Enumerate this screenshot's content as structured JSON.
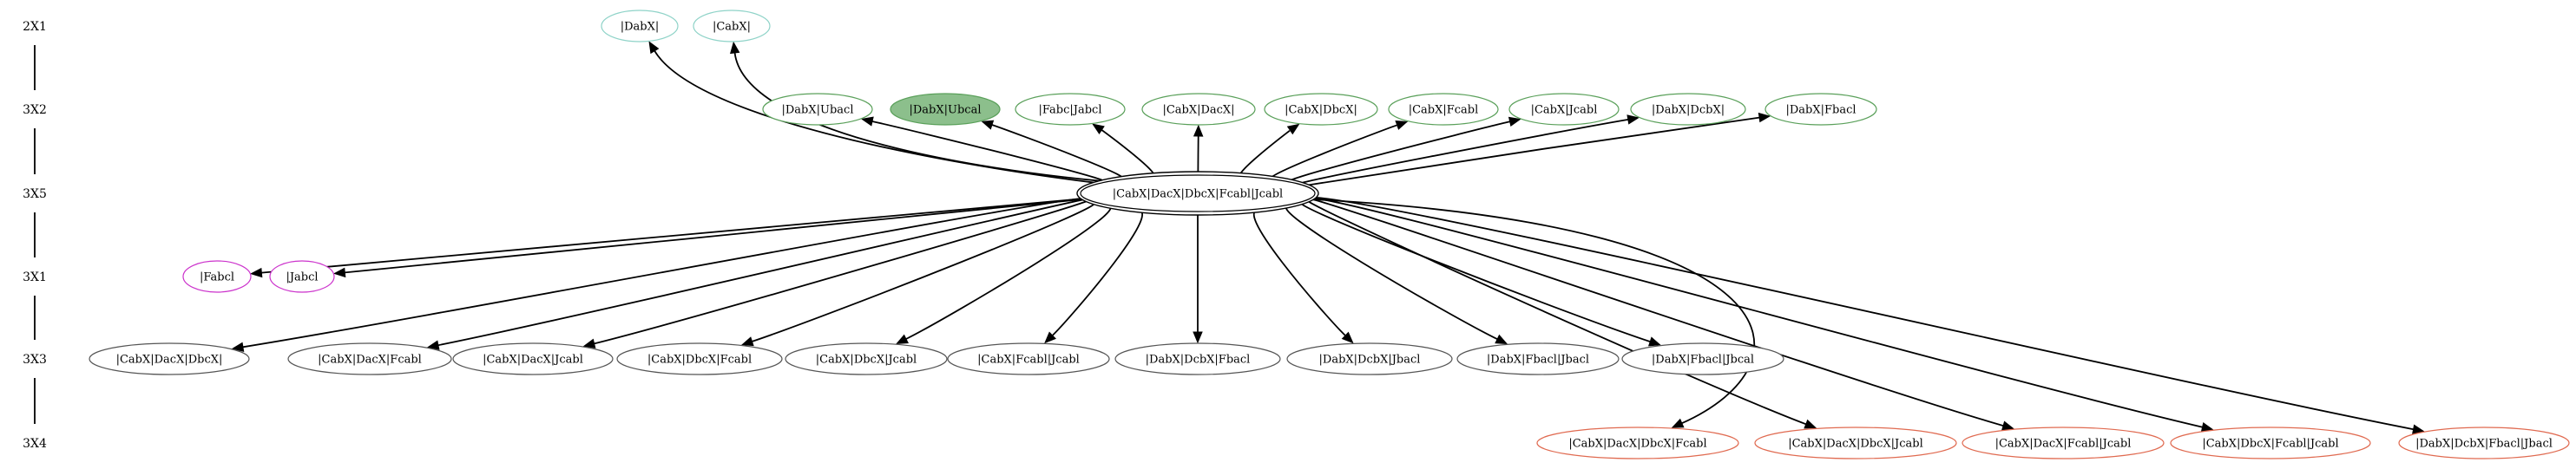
{
  "ranks": [
    {
      "id": "r1",
      "label": "2X1"
    },
    {
      "id": "r2",
      "label": "3X2"
    },
    {
      "id": "r3",
      "label": "3X5"
    },
    {
      "id": "r4",
      "label": "3X1"
    },
    {
      "id": "r5",
      "label": "3X3"
    },
    {
      "id": "r6",
      "label": "3X4"
    }
  ],
  "colors": {
    "teal": "#8fd3c8",
    "green": "#5aa05a",
    "green_fill": "#8cbf8c",
    "magenta": "#cc33cc",
    "gray": "#555555",
    "red": "#e06a50",
    "black": "#000000"
  },
  "nodes": [
    {
      "id": "n1",
      "label": "|DabX|",
      "rank": "r1",
      "color": "teal"
    },
    {
      "id": "n2",
      "label": "|CabX|",
      "rank": "r1",
      "color": "teal"
    },
    {
      "id": "n3",
      "label": "|DabX|Ubacl",
      "rank": "r2",
      "color": "green"
    },
    {
      "id": "n4",
      "label": "|DabX|Ubcal",
      "rank": "r2",
      "color": "green",
      "filled": true
    },
    {
      "id": "n5",
      "label": "|Fabc|Jabcl",
      "rank": "r2",
      "color": "green"
    },
    {
      "id": "n6",
      "label": "|CabX|DacX|",
      "rank": "r2",
      "color": "green"
    },
    {
      "id": "n7",
      "label": "|CabX|DbcX|",
      "rank": "r2",
      "color": "green"
    },
    {
      "id": "n8",
      "label": "|CabX|Fcabl",
      "rank": "r2",
      "color": "green"
    },
    {
      "id": "n9",
      "label": "|CabX|Jcabl",
      "rank": "r2",
      "color": "green"
    },
    {
      "id": "n10",
      "label": "|DabX|DcbX|",
      "rank": "r2",
      "color": "green"
    },
    {
      "id": "n11",
      "label": "|DabX|Fbacl",
      "rank": "r2",
      "color": "green"
    },
    {
      "id": "n12",
      "label": "|CabX|DacX|DbcX|Fcabl|Jcabl",
      "rank": "r3",
      "color": "black",
      "double": true
    },
    {
      "id": "n13",
      "label": "|Fabcl",
      "rank": "r4",
      "color": "magenta"
    },
    {
      "id": "n14",
      "label": "|Jabcl",
      "rank": "r4",
      "color": "magenta"
    },
    {
      "id": "n15",
      "label": "|CabX|DacX|DbcX|",
      "rank": "r5",
      "color": "gray"
    },
    {
      "id": "n16",
      "label": "|CabX|DacX|Fcabl",
      "rank": "r5",
      "color": "gray"
    },
    {
      "id": "n17",
      "label": "|CabX|DacX|Jcabl",
      "rank": "r5",
      "color": "gray"
    },
    {
      "id": "n18",
      "label": "|CabX|DbcX|Fcabl",
      "rank": "r5",
      "color": "gray"
    },
    {
      "id": "n19",
      "label": "|CabX|DbcX|Jcabl",
      "rank": "r5",
      "color": "gray"
    },
    {
      "id": "n20",
      "label": "|CabX|Fcabl|Jcabl",
      "rank": "r5",
      "color": "gray"
    },
    {
      "id": "n21",
      "label": "|DabX|DcbX|Fbacl",
      "rank": "r5",
      "color": "gray"
    },
    {
      "id": "n22",
      "label": "|DabX|DcbX|Jbacl",
      "rank": "r5",
      "color": "gray"
    },
    {
      "id": "n23",
      "label": "|DabX|Fbacl|Jbacl",
      "rank": "r5",
      "color": "gray"
    },
    {
      "id": "n24",
      "label": "|DabX|Fbacl|Jbcal",
      "rank": "r5",
      "color": "gray"
    },
    {
      "id": "n25",
      "label": "|CabX|DacX|DbcX|Fcabl",
      "rank": "r6",
      "color": "red"
    },
    {
      "id": "n26",
      "label": "|CabX|DacX|DbcX|Jcabl",
      "rank": "r6",
      "color": "red"
    },
    {
      "id": "n27",
      "label": "|CabX|DacX|Fcabl|Jcabl",
      "rank": "r6",
      "color": "red"
    },
    {
      "id": "n28",
      "label": "|CabX|DbcX|Fcabl|Jcabl",
      "rank": "r6",
      "color": "red"
    },
    {
      "id": "n29",
      "label": "|DabX|DcbX|Fbacl|Jbacl",
      "rank": "r6",
      "color": "red"
    }
  ],
  "edges": [
    {
      "from": "n12",
      "to": "n1"
    },
    {
      "from": "n12",
      "to": "n2"
    },
    {
      "from": "n12",
      "to": "n3"
    },
    {
      "from": "n12",
      "to": "n4"
    },
    {
      "from": "n12",
      "to": "n5"
    },
    {
      "from": "n12",
      "to": "n6"
    },
    {
      "from": "n12",
      "to": "n7"
    },
    {
      "from": "n12",
      "to": "n8"
    },
    {
      "from": "n12",
      "to": "n9"
    },
    {
      "from": "n12",
      "to": "n10"
    },
    {
      "from": "n12",
      "to": "n11"
    },
    {
      "from": "n12",
      "to": "n13"
    },
    {
      "from": "n12",
      "to": "n14"
    },
    {
      "from": "n12",
      "to": "n15"
    },
    {
      "from": "n12",
      "to": "n16"
    },
    {
      "from": "n12",
      "to": "n17"
    },
    {
      "from": "n12",
      "to": "n18"
    },
    {
      "from": "n12",
      "to": "n19"
    },
    {
      "from": "n12",
      "to": "n20"
    },
    {
      "from": "n12",
      "to": "n21"
    },
    {
      "from": "n12",
      "to": "n22"
    },
    {
      "from": "n12",
      "to": "n23"
    },
    {
      "from": "n12",
      "to": "n24"
    },
    {
      "from": "n12",
      "to": "n25"
    },
    {
      "from": "n12",
      "to": "n26"
    },
    {
      "from": "n12",
      "to": "n27"
    },
    {
      "from": "n12",
      "to": "n28"
    },
    {
      "from": "n12",
      "to": "n29"
    }
  ]
}
